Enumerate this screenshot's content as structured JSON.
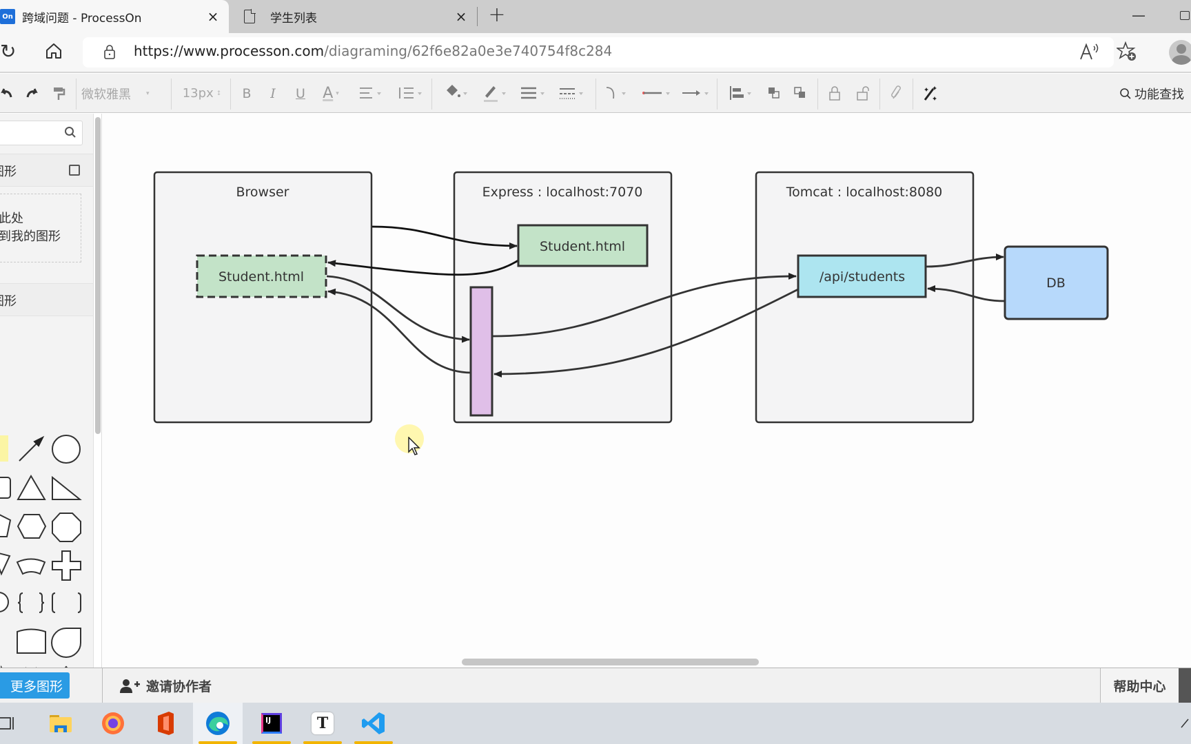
{
  "browser": {
    "tabs": [
      {
        "title": "跨域问题 - ProcessOn",
        "favicon": "On",
        "active": true
      },
      {
        "title": "学生列表",
        "active": false
      }
    ],
    "new_tab_label": "+",
    "close_label": "×",
    "url_host": "https://www.processon.com",
    "url_path": "/diagraming/62f6e82a0e3e740754f8c284",
    "window_minimize": "—"
  },
  "toolbar": {
    "font_family": "微软雅黑",
    "font_size": "13px",
    "bold": "B",
    "italic": "I",
    "underline": "U",
    "font_color": "A",
    "feature_search": "功能查找"
  },
  "sidebar": {
    "search_placeholder": "",
    "my_shapes_title": "我的图形",
    "drop_hint_line1": "拖拽到此处",
    "drop_hint_line2": "添加到我的图形",
    "basic_shapes_title": "基础图形",
    "more_shapes_button": "更多图形"
  },
  "bottombar": {
    "invite_label": "邀请协作者",
    "help_label": "帮助中心"
  },
  "diagram": {
    "containers": [
      {
        "id": "browser",
        "label": "Browser"
      },
      {
        "id": "express",
        "label": "Express : localhost:7070"
      },
      {
        "id": "tomcat",
        "label": "Tomcat : localhost:8080"
      }
    ],
    "nodes": [
      {
        "id": "browser-student",
        "label": "Student.html",
        "fill": "#c3e3c8",
        "dashed": true
      },
      {
        "id": "express-student",
        "label": "Student.html",
        "fill": "#c3e3c8",
        "dashed": false
      },
      {
        "id": "express-proxy",
        "label": "",
        "fill": "#e0bfe8",
        "dashed": false
      },
      {
        "id": "api-students",
        "label": "/api/students",
        "fill": "#ade5f0",
        "dashed": false
      },
      {
        "id": "db",
        "label": "DB",
        "fill": "#b7d9fb",
        "dashed": false
      }
    ],
    "edges": [
      {
        "from": "browser",
        "to": "express-student"
      },
      {
        "from": "express-student",
        "to": "browser-student"
      },
      {
        "from": "browser-student",
        "to": "express-proxy"
      },
      {
        "from": "express-proxy",
        "to": "browser-student"
      },
      {
        "from": "express-proxy",
        "to": "api-students"
      },
      {
        "from": "api-students",
        "to": "express-proxy"
      },
      {
        "from": "api-students",
        "to": "db"
      },
      {
        "from": "db",
        "to": "api-students"
      }
    ]
  },
  "taskbar": {
    "apps": [
      {
        "name": "File Explorer"
      },
      {
        "name": "Firefox"
      },
      {
        "name": "Office"
      },
      {
        "name": "Microsoft Edge",
        "active": true
      },
      {
        "name": "IntelliJ IDEA",
        "label": "IJ"
      },
      {
        "name": "Typora",
        "label": "T"
      },
      {
        "name": "Visual Studio Code"
      }
    ]
  },
  "colors": {
    "accent_blue": "#2a9be4",
    "container_fill": "#f4f4f5",
    "stroke": "#333333",
    "taskbar_indicator": "#f2b400"
  }
}
